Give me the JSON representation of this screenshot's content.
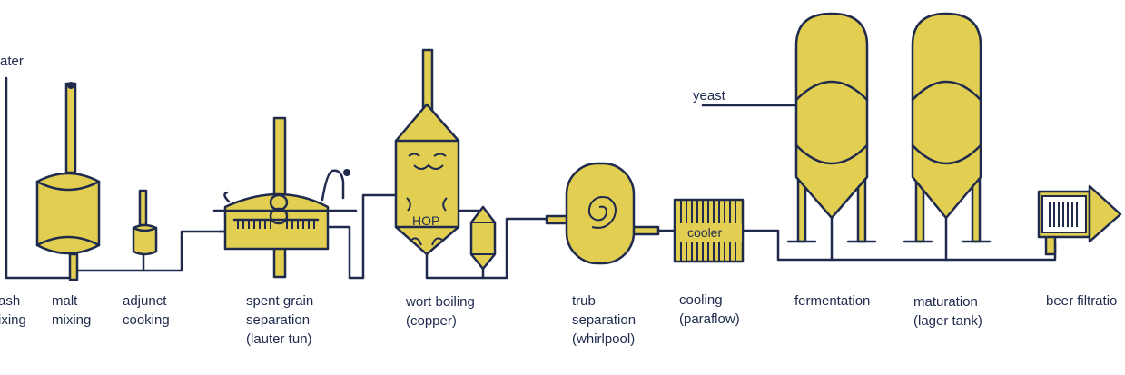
{
  "colors": {
    "vessel_fill": "#e2cf52",
    "line": "#1f2a4d",
    "background": "#ffffff"
  },
  "inputs": {
    "water": "ater",
    "yeast": "yeast"
  },
  "inner_labels": {
    "hop": "HOP",
    "cooler": "cooler"
  },
  "steps": [
    {
      "id": "mash",
      "lines": [
        "ash",
        "ixing"
      ]
    },
    {
      "id": "malt",
      "lines": [
        "malt",
        "mixing"
      ]
    },
    {
      "id": "adjunct",
      "lines": [
        "adjunct",
        "cooking"
      ]
    },
    {
      "id": "spent-grain",
      "lines": [
        "spent grain",
        "separation",
        "(lauter tun)"
      ]
    },
    {
      "id": "wort",
      "lines": [
        "wort boiling",
        "(copper)"
      ]
    },
    {
      "id": "trub",
      "lines": [
        "trub",
        "separation",
        "(whirlpool)"
      ]
    },
    {
      "id": "cooling",
      "lines": [
        "cooling",
        "(paraflow)"
      ]
    },
    {
      "id": "fermentation",
      "lines": [
        "fermentation"
      ]
    },
    {
      "id": "maturation",
      "lines": [
        "maturation",
        "(lager tank)"
      ]
    },
    {
      "id": "filtration",
      "lines": [
        "beer filtratio"
      ]
    }
  ]
}
